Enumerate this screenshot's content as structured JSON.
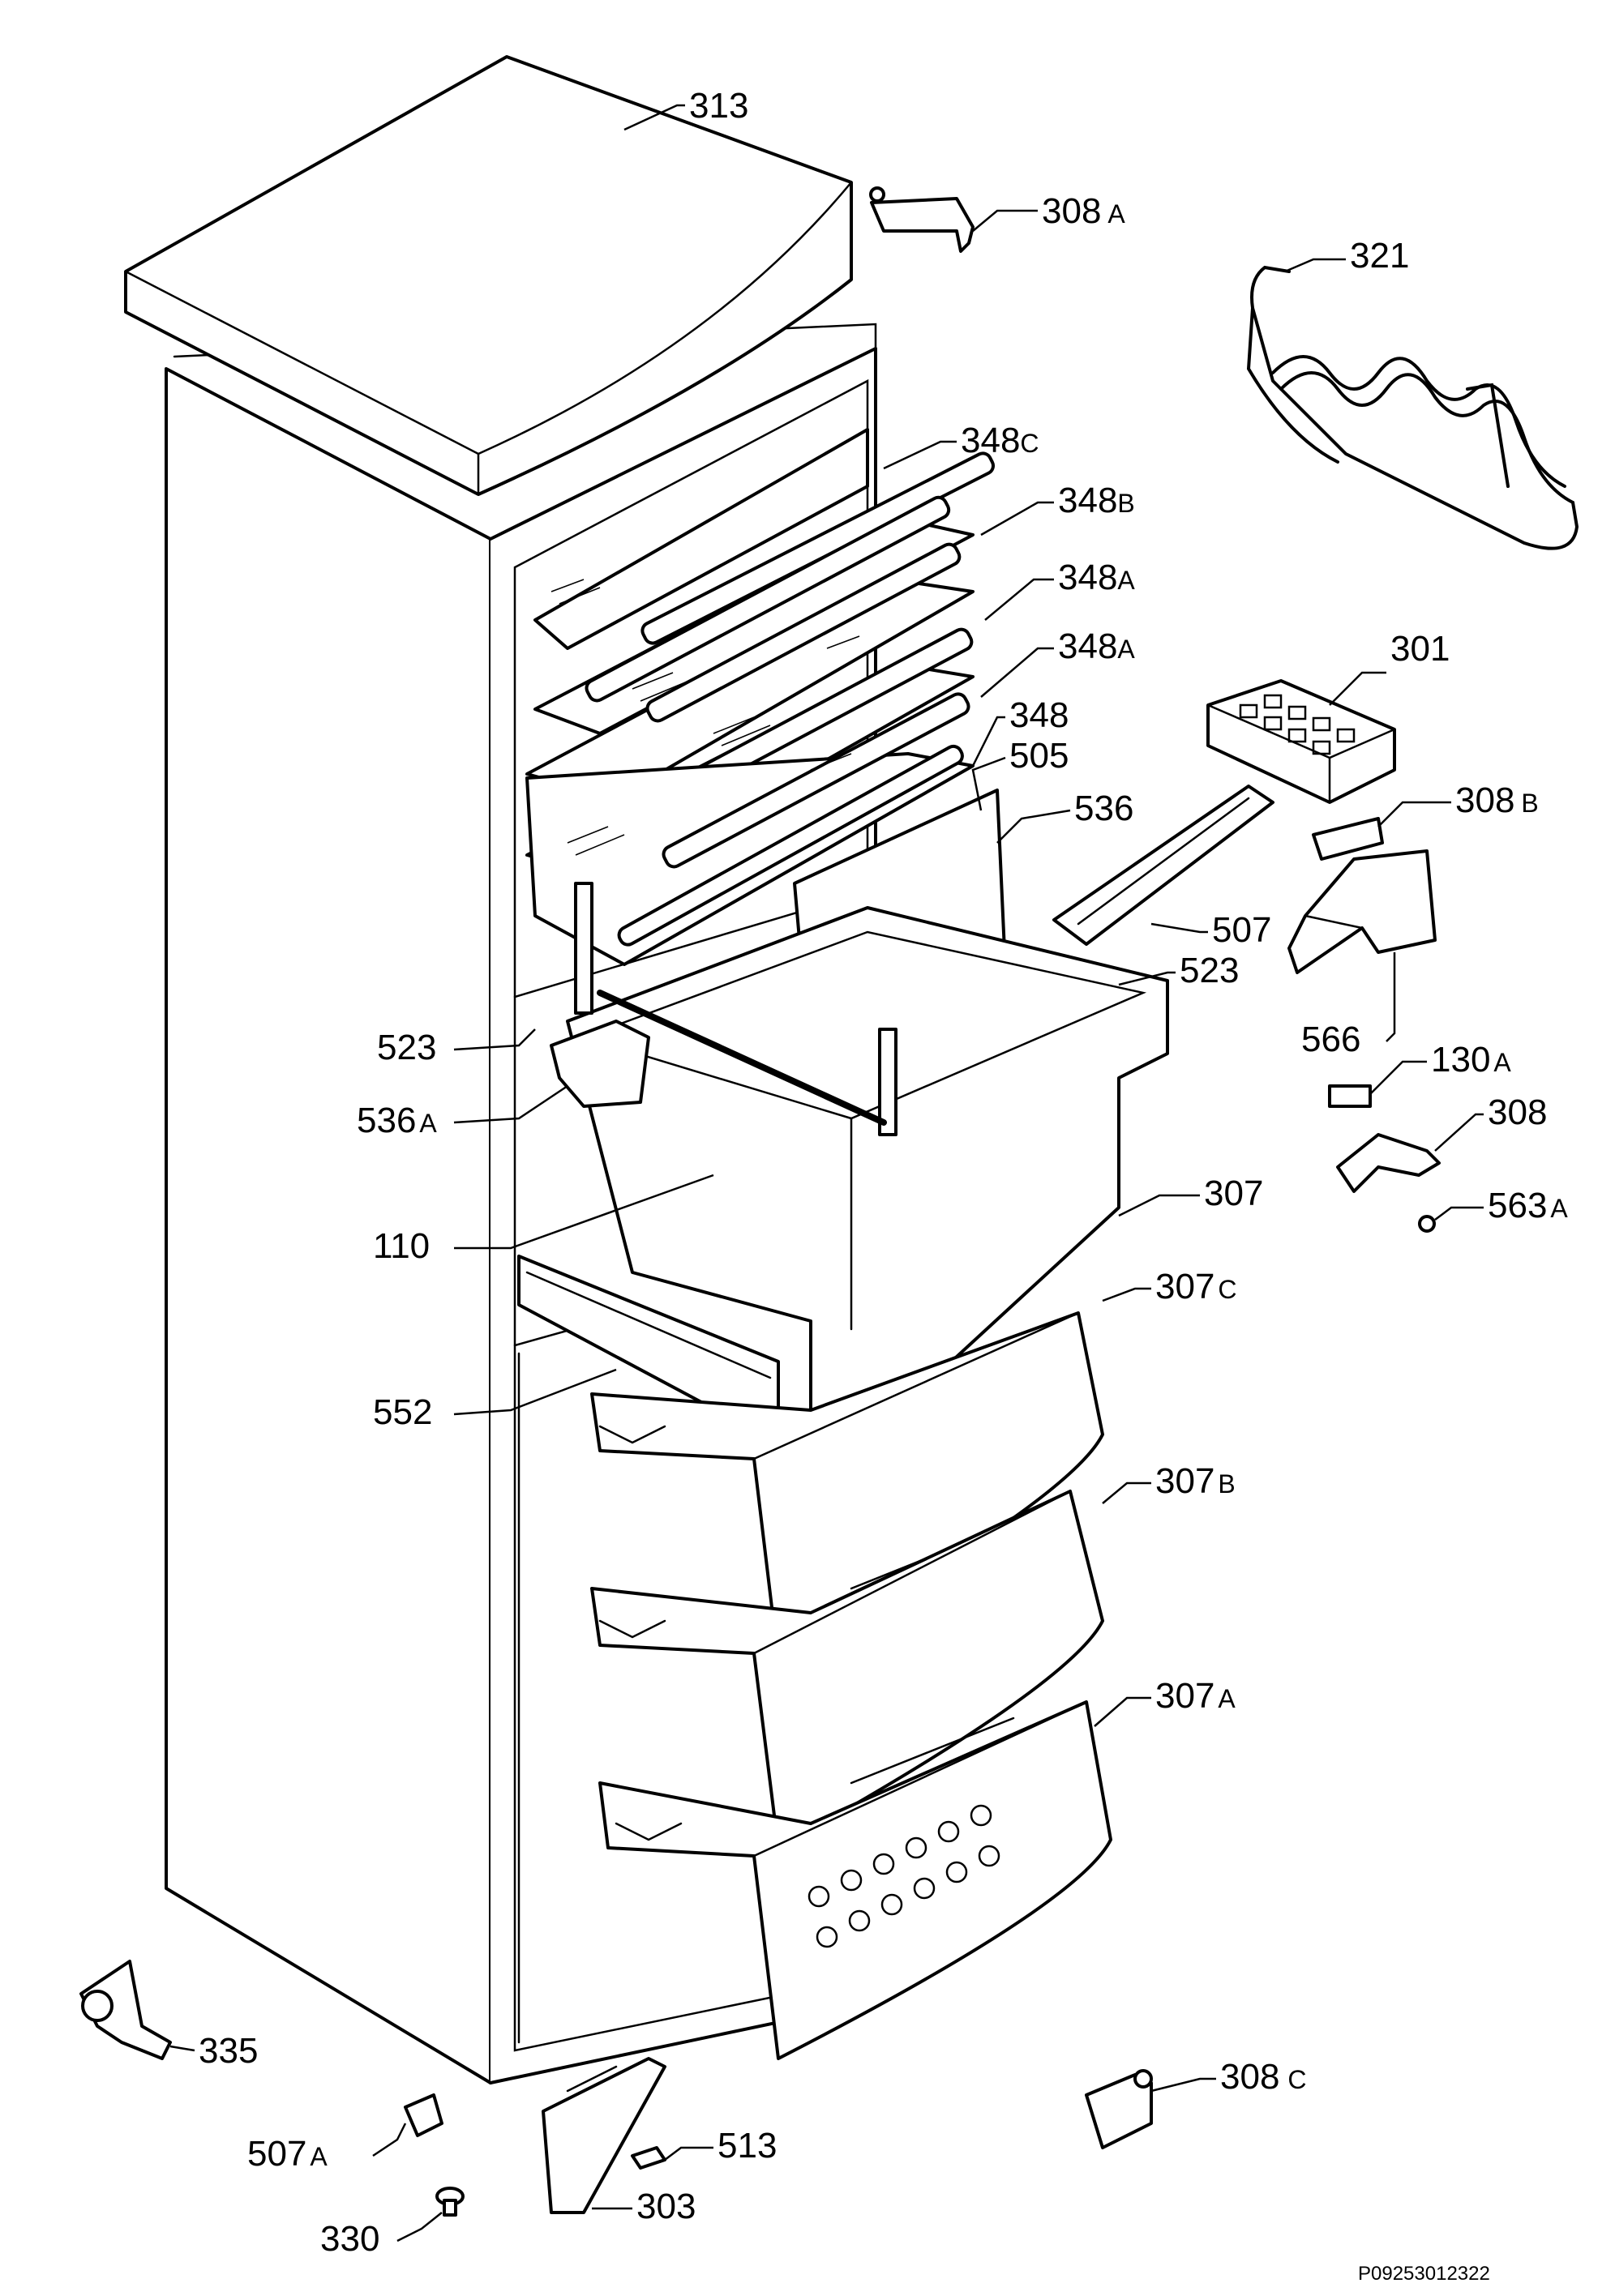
{
  "callouts": {
    "c313": {
      "num": "313",
      "suffix": ""
    },
    "c308A_top": {
      "num": "308",
      "suffix": "A"
    },
    "c321": {
      "num": "321",
      "suffix": ""
    },
    "c348C": {
      "num": "348",
      "suffix": "C"
    },
    "c348B": {
      "num": "348",
      "suffix": "B"
    },
    "c348A_1": {
      "num": "348",
      "suffix": "A"
    },
    "c348A_2": {
      "num": "348",
      "suffix": "A"
    },
    "c348": {
      "num": "348",
      "suffix": ""
    },
    "c301": {
      "num": "301",
      "suffix": ""
    },
    "c505": {
      "num": "505",
      "suffix": ""
    },
    "c536": {
      "num": "536",
      "suffix": ""
    },
    "c308B": {
      "num": "308",
      "suffix": "B"
    },
    "c507": {
      "num": "507",
      "suffix": ""
    },
    "c523_r": {
      "num": "523",
      "suffix": ""
    },
    "c523_l": {
      "num": "523",
      "suffix": ""
    },
    "c566": {
      "num": "566",
      "suffix": ""
    },
    "c536A": {
      "num": "536",
      "suffix": "A"
    },
    "c130A": {
      "num": "130",
      "suffix": "A"
    },
    "c308": {
      "num": "308",
      "suffix": ""
    },
    "c307": {
      "num": "307",
      "suffix": ""
    },
    "c563A": {
      "num": "563",
      "suffix": "A"
    },
    "c110": {
      "num": "110",
      "suffix": ""
    },
    "c307C": {
      "num": "307",
      "suffix": "C"
    },
    "c552": {
      "num": "552",
      "suffix": ""
    },
    "c307B": {
      "num": "307",
      "suffix": "B"
    },
    "c307A": {
      "num": "307",
      "suffix": "A"
    },
    "c335": {
      "num": "335",
      "suffix": ""
    },
    "c308C": {
      "num": "308",
      "suffix": "C"
    },
    "c513": {
      "num": "513",
      "suffix": ""
    },
    "c507A": {
      "num": "507",
      "suffix": "A"
    },
    "c303": {
      "num": "303",
      "suffix": ""
    },
    "c330": {
      "num": "330",
      "suffix": ""
    }
  },
  "reference_code": "P09253012322"
}
